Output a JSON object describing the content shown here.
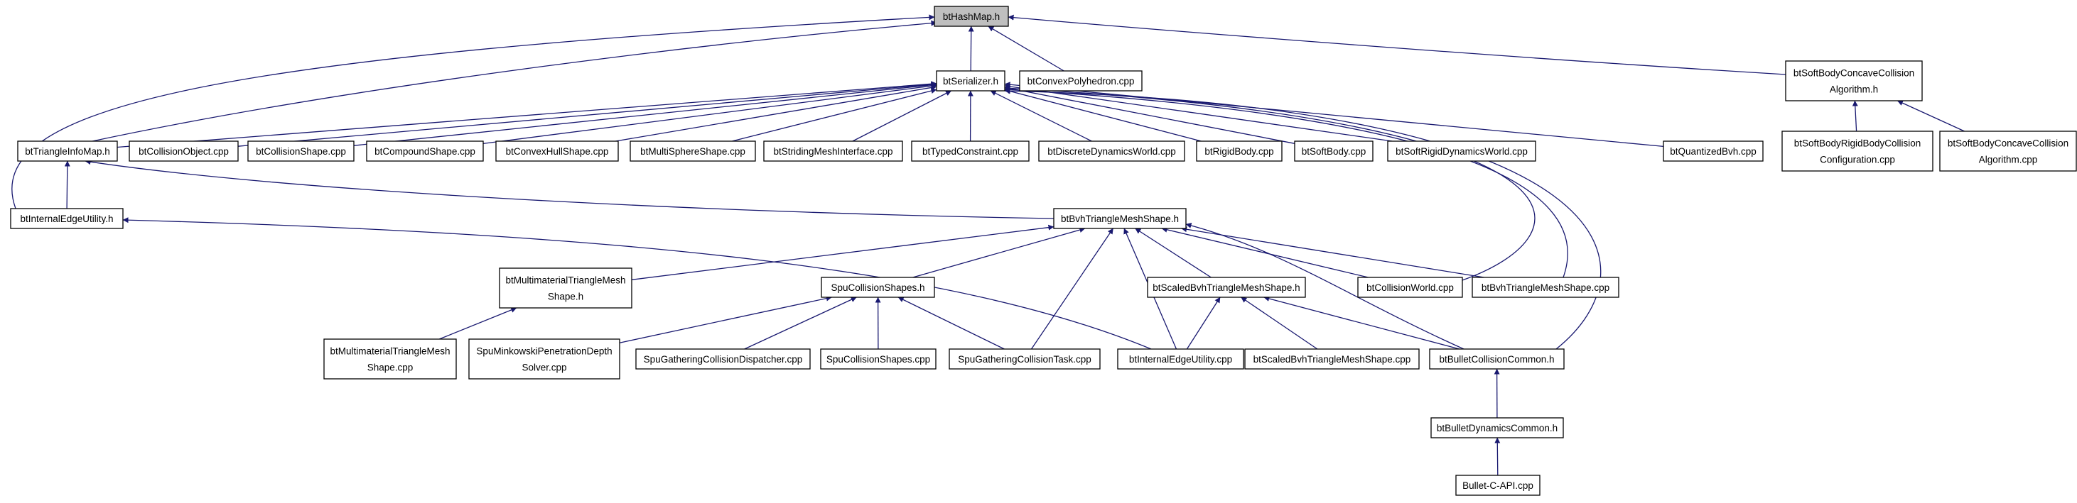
{
  "edge_color": "#191970",
  "root_fill": "#bfbfbf",
  "nodes": {
    "bthashmap": {
      "label": [
        "btHashMap.h"
      ],
      "root": true
    },
    "btserializer": {
      "label": [
        "btSerializer.h"
      ]
    },
    "btconvexpoly": {
      "label": [
        "btConvexPolyhedron.cpp"
      ]
    },
    "btsoftbodyconcave_h": {
      "label": [
        "btSoftBodyConcaveCollision",
        "Algorithm.h"
      ]
    },
    "bttriangleinfomap": {
      "label": [
        "btTriangleInfoMap.h"
      ]
    },
    "btinternaledgeutility_h": {
      "label": [
        "btInternalEdgeUtility.h"
      ]
    },
    "btcollisionobject": {
      "label": [
        "btCollisionObject.cpp"
      ]
    },
    "btcollisionshape": {
      "label": [
        "btCollisionShape.cpp"
      ]
    },
    "btcompoundshape": {
      "label": [
        "btCompoundShape.cpp"
      ]
    },
    "btconvexhullshape": {
      "label": [
        "btConvexHullShape.cpp"
      ]
    },
    "btmultisphereshape": {
      "label": [
        "btMultiSphereShape.cpp"
      ]
    },
    "btstridingmesh": {
      "label": [
        "btStridingMeshInterface.cpp"
      ]
    },
    "bttypedconstraint": {
      "label": [
        "btTypedConstraint.cpp"
      ]
    },
    "btdiscretedynamics": {
      "label": [
        "btDiscreteDynamicsWorld.cpp"
      ]
    },
    "btrigidbody": {
      "label": [
        "btRigidBody.cpp"
      ]
    },
    "btsoftbody": {
      "label": [
        "btSoftBody.cpp"
      ]
    },
    "btsoftrigiddynamics": {
      "label": [
        "btSoftRigidDynamicsWorld.cpp"
      ]
    },
    "btquantizedbvh": {
      "label": [
        "btQuantizedBvh.cpp"
      ]
    },
    "btsoftbodyrigid": {
      "label": [
        "btSoftBodyRigidBodyCollision",
        "Configuration.cpp"
      ]
    },
    "btsoftbodyconcave_cpp": {
      "label": [
        "btSoftBodyConcaveCollision",
        "Algorithm.cpp"
      ]
    },
    "btbvhtrianglemeshshape_h": {
      "label": [
        "btBvhTriangleMeshShape.h"
      ]
    },
    "btmultimaterial_h": {
      "label": [
        "btMultimaterialTriangleMesh",
        "Shape.h"
      ]
    },
    "spucollisionshapes_h": {
      "label": [
        "SpuCollisionShapes.h"
      ]
    },
    "btscaledbvh_h": {
      "label": [
        "btScaledBvhTriangleMeshShape.h"
      ]
    },
    "btcollisionworld": {
      "label": [
        "btCollisionWorld.cpp"
      ]
    },
    "btbvhtrianglemeshshape_cpp": {
      "label": [
        "btBvhTriangleMeshShape.cpp"
      ]
    },
    "btmultimaterial_cpp": {
      "label": [
        "btMultimaterialTriangleMesh",
        "Shape.cpp"
      ]
    },
    "spuminkowski": {
      "label": [
        "SpuMinkowskiPenetrationDepth",
        "Solver.cpp"
      ]
    },
    "spugatheringdispatcher": {
      "label": [
        "SpuGatheringCollisionDispatcher.cpp"
      ]
    },
    "spucollisionshapes_cpp": {
      "label": [
        "SpuCollisionShapes.cpp"
      ]
    },
    "spugatheringtask": {
      "label": [
        "SpuGatheringCollisionTask.cpp"
      ]
    },
    "btinternaledgeutility_cpp": {
      "label": [
        "btInternalEdgeUtility.cpp"
      ]
    },
    "btscaledbvh_cpp": {
      "label": [
        "btScaledBvhTriangleMeshShape.cpp"
      ]
    },
    "btbulletcollisioncommon": {
      "label": [
        "btBulletCollisionCommon.h"
      ]
    },
    "btbulletdynamicscommon": {
      "label": [
        "btBulletDynamicsCommon.h"
      ]
    },
    "bulletcapi": {
      "label": [
        "Bullet-C-API.cpp"
      ]
    }
  },
  "edges": [
    [
      "btserializer",
      "bthashmap"
    ],
    [
      "btconvexpoly",
      "bthashmap"
    ],
    [
      "btsoftbodyconcave_h",
      "bthashmap"
    ],
    [
      "bttriangleinfomap",
      "bthashmap"
    ],
    [
      "btinternaledgeutility_h",
      "bthashmap"
    ],
    [
      "bttriangleinfomap",
      "btserializer"
    ],
    [
      "btcollisionobject",
      "btserializer"
    ],
    [
      "btcollisionshape",
      "btserializer"
    ],
    [
      "btcompoundshape",
      "btserializer"
    ],
    [
      "btconvexhullshape",
      "btserializer"
    ],
    [
      "btmultisphereshape",
      "btserializer"
    ],
    [
      "btstridingmesh",
      "btserializer"
    ],
    [
      "bttypedconstraint",
      "btserializer"
    ],
    [
      "btdiscretedynamics",
      "btserializer"
    ],
    [
      "btrigidbody",
      "btserializer"
    ],
    [
      "btsoftbody",
      "btserializer"
    ],
    [
      "btsoftrigiddynamics",
      "btserializer"
    ],
    [
      "btquantizedbvh",
      "btserializer"
    ],
    [
      "btcollisionworld",
      "btserializer"
    ],
    [
      "btbvhtrianglemeshshape_cpp",
      "btserializer"
    ],
    [
      "btbulletcollisioncommon",
      "btserializer"
    ],
    [
      "btbvhtrianglemeshshape_h",
      "bttriangleinfomap"
    ],
    [
      "btinternaledgeutility_h",
      "bttriangleinfomap"
    ],
    [
      "btsoftbodyrigid",
      "btsoftbodyconcave_h"
    ],
    [
      "btsoftbodyconcave_cpp",
      "btsoftbodyconcave_h"
    ],
    [
      "btinternaledgeutility_cpp",
      "btinternaledgeutility_h"
    ],
    [
      "btmultimaterial_h",
      "btbvhtrianglemeshshape_h"
    ],
    [
      "spucollisionshapes_h",
      "btbvhtrianglemeshshape_h"
    ],
    [
      "spugatheringtask",
      "btbvhtrianglemeshshape_h"
    ],
    [
      "btinternaledgeutility_cpp",
      "btbvhtrianglemeshshape_h"
    ],
    [
      "btscaledbvh_h",
      "btbvhtrianglemeshshape_h"
    ],
    [
      "btcollisionworld",
      "btbvhtrianglemeshshape_h"
    ],
    [
      "btbvhtrianglemeshshape_cpp",
      "btbvhtrianglemeshshape_h"
    ],
    [
      "btbulletcollisioncommon",
      "btbvhtrianglemeshshape_h"
    ],
    [
      "btmultimaterial_cpp",
      "btmultimaterial_h"
    ],
    [
      "spuminkowski",
      "spucollisionshapes_h"
    ],
    [
      "spugatheringdispatcher",
      "spucollisionshapes_h"
    ],
    [
      "spucollisionshapes_cpp",
      "spucollisionshapes_h"
    ],
    [
      "spugatheringtask",
      "spucollisionshapes_h"
    ],
    [
      "btinternaledgeutility_cpp",
      "btscaledbvh_h"
    ],
    [
      "btscaledbvh_cpp",
      "btscaledbvh_h"
    ],
    [
      "btbulletcollisioncommon",
      "btscaledbvh_h"
    ],
    [
      "btbulletdynamicscommon",
      "btbulletcollisioncommon"
    ],
    [
      "bulletcapi",
      "btbulletdynamicscommon"
    ]
  ]
}
